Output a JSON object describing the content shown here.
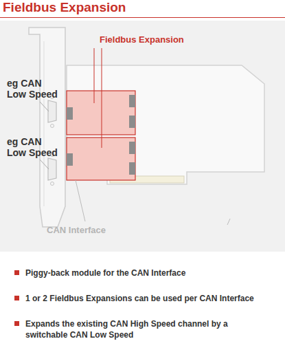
{
  "diagram": {
    "title": "Fieldbus Expansion",
    "labels": [
      "Fieldbus Expansion",
      "eg CAN Low Speed",
      "eg CAN Low Speed",
      "CAN Interface",
      "Piggy-back module for the CAN Interface",
      "1 or 2 Fieldbus Expansions can be used per CAN Interface",
      "Expands the existing CAN High Speed channel by a switchable CAN Low Speed"
    ]
  }
}
